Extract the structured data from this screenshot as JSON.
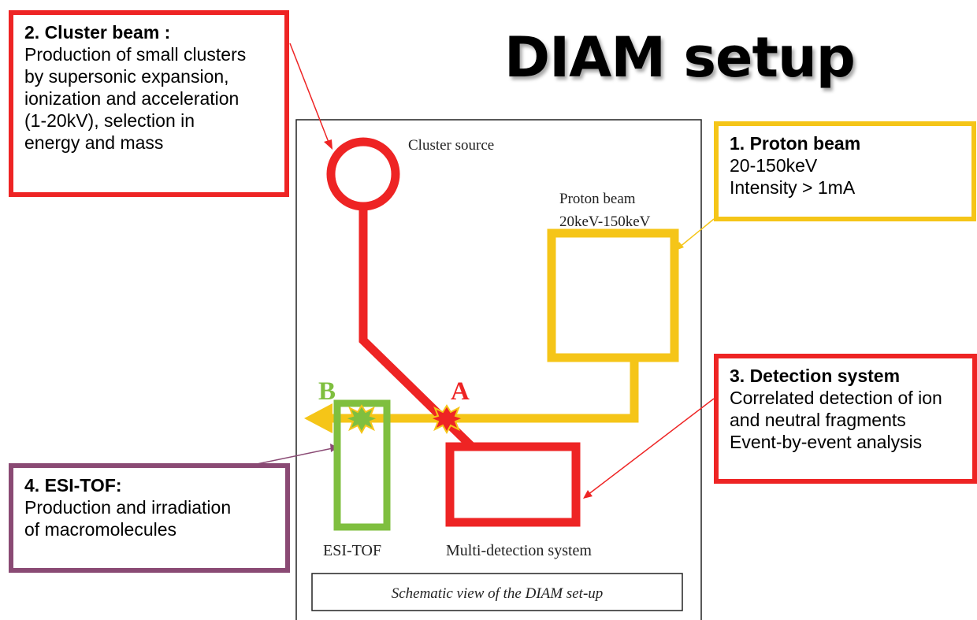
{
  "title": "DIAM setup",
  "callouts": {
    "cluster": {
      "heading": "2. Cluster beam :",
      "lines": [
        "Production of small clusters",
        "by supersonic expansion,",
        "ionization and acceleration",
        "(1-20kV), selection in",
        "energy and mass"
      ]
    },
    "proton": {
      "heading": "1. Proton beam",
      "lines": [
        "20-150keV",
        "Intensity > 1mA"
      ]
    },
    "detection": {
      "heading": "3. Detection system",
      "lines": [
        "Correlated detection of ion",
        "and neutral fragments",
        "Event-by-event analysis"
      ]
    },
    "esitof": {
      "heading": "4. ESI-TOF:",
      "lines": [
        "Production and irradiation",
        "of macromolecules"
      ]
    }
  },
  "schematic": {
    "cluster_source_label": "Cluster source",
    "proton_beam_label_1": "Proton beam",
    "proton_beam_label_2": "20keV-150keV",
    "label_A": "A",
    "label_B": "B",
    "esi_tof_label": "ESI-TOF",
    "multi_detection_label": "Multi-detection system",
    "caption": "Schematic view of the DIAM set-up"
  },
  "colors": {
    "red": "#ee2424",
    "yellow": "#f5c518",
    "green": "#7fbf3f",
    "purple": "#8a4a74"
  }
}
